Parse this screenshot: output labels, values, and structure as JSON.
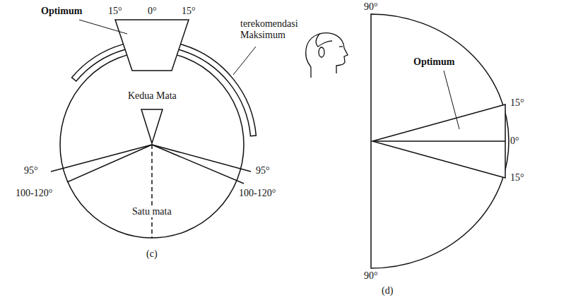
{
  "diagram": {
    "labels": [
      "Optimum",
      "15°",
      "0°",
      "15°",
      "terekomendasi Maksimum",
      "Kedua Mata",
      "95°",
      "95°",
      "100-120°",
      "100-120°",
      "Satu mata",
      "(c)",
      "90°",
      "Optimum",
      "15°",
      "0°",
      "15°",
      "90°",
      "(d)"
    ]
  }
}
